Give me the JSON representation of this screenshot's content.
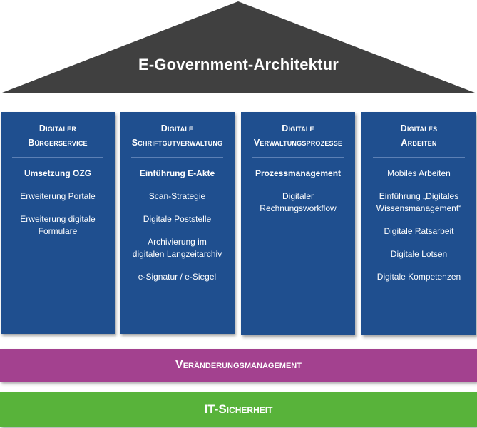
{
  "roof": {
    "title": "E-Government-Architektur",
    "fill": "#404040"
  },
  "pillars": [
    {
      "title_line1": "Digitaler",
      "title_line2": "Bürgerservice",
      "items": [
        {
          "lines": [
            "Umsetzung OZG"
          ],
          "bold": true
        },
        {
          "lines": [
            "Erweiterung Portale"
          ],
          "bold": false
        },
        {
          "lines": [
            "Erweiterung digitale",
            "Formulare"
          ],
          "bold": false
        }
      ]
    },
    {
      "title_line1": "Digitale",
      "title_line2": "Schriftgutverwaltung",
      "items": [
        {
          "lines": [
            "Einführung E-Akte"
          ],
          "bold": true
        },
        {
          "lines": [
            "Scan-Strategie"
          ],
          "bold": false
        },
        {
          "lines": [
            "Digitale Poststelle"
          ],
          "bold": false
        },
        {
          "lines": [
            "Archivierung im",
            "digitalen Langzeitarchiv"
          ],
          "bold": false
        },
        {
          "lines": [
            "e-Signatur / e-Siegel"
          ],
          "bold": false
        }
      ]
    },
    {
      "title_line1": "Digitale",
      "title_line2": "Verwaltungsprozesse",
      "items": [
        {
          "lines": [
            "Prozessmanagement"
          ],
          "bold": true
        },
        {
          "lines": [
            "Digitaler",
            "Rechnungsworkflow"
          ],
          "bold": false
        }
      ]
    },
    {
      "title_line1": "Digitales",
      "title_line2": "Arbeiten",
      "items": [
        {
          "lines": [
            "Mobiles Arbeiten"
          ],
          "bold": false
        },
        {
          "lines": [
            "Einführung „Digitales",
            "Wissensmanagement“"
          ],
          "bold": false
        },
        {
          "lines": [
            "Digitale Ratsarbeit"
          ],
          "bold": false
        },
        {
          "lines": [
            "Digitale Lotsen"
          ],
          "bold": false
        },
        {
          "lines": [
            "Digitale Kompetenzen"
          ],
          "bold": false
        }
      ]
    }
  ],
  "bands": {
    "change_management": "Veränderungsmanagement",
    "it_security": "IT-Sicherheit"
  },
  "colors": {
    "pillar": "#1f4f8f",
    "change_management": "#a3418f",
    "it_security": "#58b33a"
  }
}
